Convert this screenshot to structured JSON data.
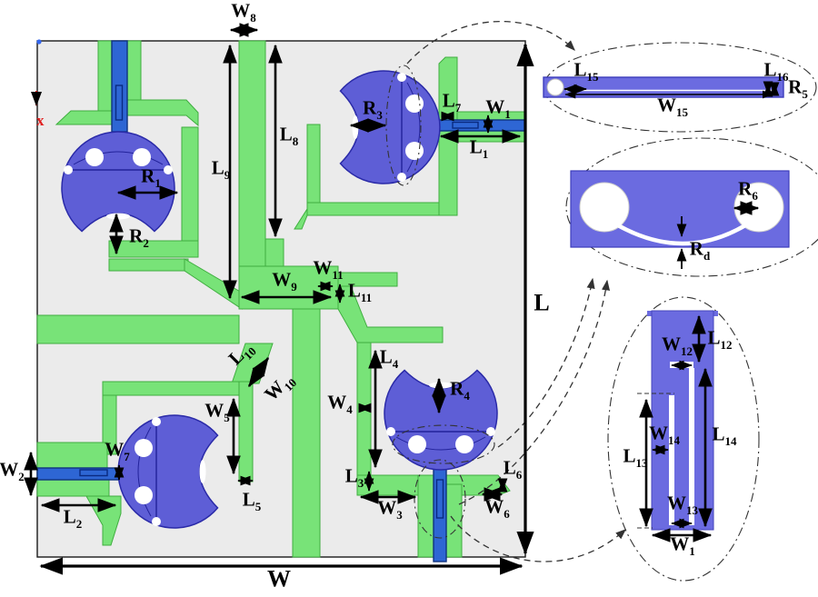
{
  "figure": {
    "kind": "four-port MIMO microstrip antenna layout with dimension callouts",
    "detail_views": [
      "slot-line-detail",
      "circle-arc-slot-detail",
      "feed-slot-detail"
    ]
  },
  "colors": {
    "substrate_gray": "#ebebeb",
    "ground_green": "#78e378",
    "green_border": "#3fae3f",
    "patch_blue": "#5e5ed6",
    "patch_border": "#2a2aa8",
    "feed_blue": "#2e66d4",
    "feed_border": "#10337f",
    "detail_blue": "#6b6be0",
    "dimension_black": "#000000",
    "axis_red": "#e02020"
  },
  "axis_marker": {
    "x_label": "x"
  },
  "dimension_labels": {
    "main": [
      {
        "id": "w8",
        "base": "W",
        "sub": "8"
      },
      {
        "id": "l9",
        "base": "L",
        "sub": "9"
      },
      {
        "id": "l8",
        "base": "L",
        "sub": "8"
      },
      {
        "id": "r3",
        "base": "R",
        "sub": "3"
      },
      {
        "id": "l7",
        "base": "L",
        "sub": "7"
      },
      {
        "id": "w1",
        "base": "W",
        "sub": "1"
      },
      {
        "id": "l1",
        "base": "L",
        "sub": "1"
      },
      {
        "id": "r1",
        "base": "R",
        "sub": "1"
      },
      {
        "id": "r2",
        "base": "R",
        "sub": "2"
      },
      {
        "id": "w9",
        "base": "W",
        "sub": "9"
      },
      {
        "id": "w11",
        "base": "W",
        "sub": "11"
      },
      {
        "id": "l11",
        "base": "L",
        "sub": "11"
      },
      {
        "id": "l10",
        "base": "L",
        "sub": "10"
      },
      {
        "id": "w10",
        "base": "W",
        "sub": "10"
      },
      {
        "id": "w5",
        "base": "W",
        "sub": "5"
      },
      {
        "id": "l5",
        "base": "L",
        "sub": "5"
      },
      {
        "id": "w2",
        "base": "W",
        "sub": "2"
      },
      {
        "id": "w7",
        "base": "W",
        "sub": "7"
      },
      {
        "id": "l2",
        "base": "L",
        "sub": "2"
      },
      {
        "id": "l4",
        "base": "L",
        "sub": "4"
      },
      {
        "id": "w4",
        "base": "W",
        "sub": "4"
      },
      {
        "id": "r4",
        "base": "R",
        "sub": "4"
      },
      {
        "id": "l3",
        "base": "L",
        "sub": "3"
      },
      {
        "id": "w3",
        "base": "W",
        "sub": "3"
      },
      {
        "id": "l6",
        "base": "L",
        "sub": "6"
      },
      {
        "id": "w6",
        "base": "W",
        "sub": "6"
      },
      {
        "id": "l_main",
        "base": "L",
        "sub": ""
      },
      {
        "id": "w_main",
        "base": "W",
        "sub": ""
      }
    ],
    "detail_top": [
      {
        "id": "l15",
        "base": "L",
        "sub": "15"
      },
      {
        "id": "w15",
        "base": "W",
        "sub": "15"
      },
      {
        "id": "l16",
        "base": "L",
        "sub": "16"
      },
      {
        "id": "r5",
        "base": "R",
        "sub": "5"
      }
    ],
    "detail_mid": [
      {
        "id": "r6",
        "base": "R",
        "sub": "6"
      },
      {
        "id": "rd",
        "base": "R",
        "sub": "d"
      }
    ],
    "detail_bottom": [
      {
        "id": "l12",
        "base": "L",
        "sub": "12"
      },
      {
        "id": "w12",
        "base": "W",
        "sub": "12"
      },
      {
        "id": "w14",
        "base": "W",
        "sub": "14"
      },
      {
        "id": "l14",
        "base": "L",
        "sub": "14"
      },
      {
        "id": "l13",
        "base": "L",
        "sub": "13"
      },
      {
        "id": "w13",
        "base": "W",
        "sub": "13"
      },
      {
        "id": "w1b",
        "base": "W",
        "sub": "1"
      }
    ]
  }
}
